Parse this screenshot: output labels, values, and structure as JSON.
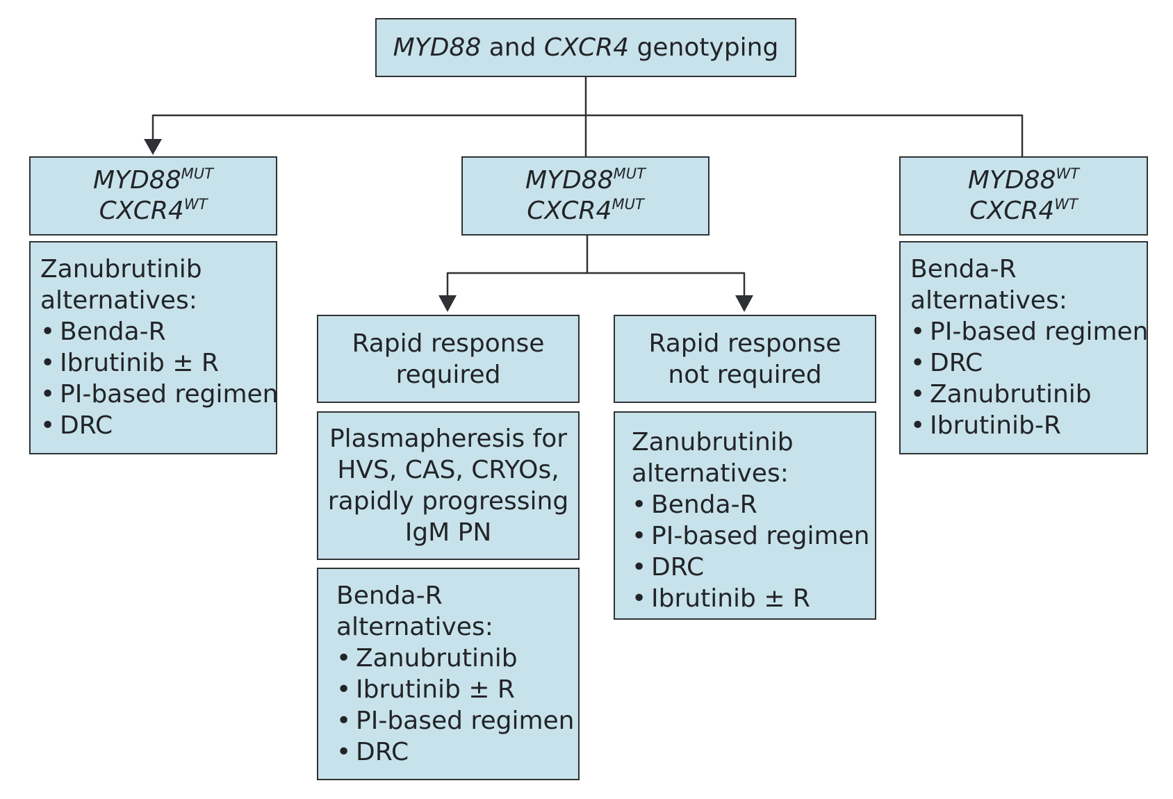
{
  "root": {
    "gene1": "MYD88",
    "conj": "and",
    "gene2": "CXCR4",
    "suffix": "genotyping"
  },
  "groups": {
    "left": {
      "g1": "MYD88",
      "s1": "MUT",
      "g2": "CXCR4",
      "s2": "WT"
    },
    "middle": {
      "g1": "MYD88",
      "s1": "MUT",
      "g2": "CXCR4",
      "s2": "MUT"
    },
    "right": {
      "g1": "MYD88",
      "s1": "WT",
      "g2": "CXCR4",
      "s2": "WT"
    }
  },
  "left_list": {
    "header1": "Zanubrutinib",
    "header2": "alternatives:",
    "items": [
      "Benda-R",
      "Ibrutinib ± R",
      "PI-based regimen",
      "DRC"
    ]
  },
  "right_list": {
    "header1": "Benda-R",
    "header2": "alternatives:",
    "items": [
      "PI-based regimen",
      "DRC",
      "Zanubrutinib",
      "Ibrutinib-R"
    ]
  },
  "rapid": {
    "line1": "Rapid response",
    "line2": "required"
  },
  "not_rapid": {
    "line1": "Rapid response",
    "line2": "not required"
  },
  "plasma": {
    "line1": "Plasmapheresis for",
    "line2": "HVS, CAS, CRYOs,",
    "line3": "rapidly progressing",
    "line4": "IgM PN"
  },
  "rapid_list": {
    "header1": "Benda-R",
    "header2": "alternatives:",
    "items": [
      "Zanubrutinib",
      "Ibrutinib ± R",
      "PI-based regimen",
      "DRC"
    ]
  },
  "not_rapid_list": {
    "header1": "Zanubrutinib",
    "header2": "alternatives:",
    "items": [
      "Benda-R",
      "PI-based regimen",
      "DRC",
      "Ibrutinib ± R"
    ]
  },
  "bullet": "•",
  "colors": {
    "box_fill": "#c7e2ea",
    "border": "#2f3134",
    "text": "#222428"
  }
}
